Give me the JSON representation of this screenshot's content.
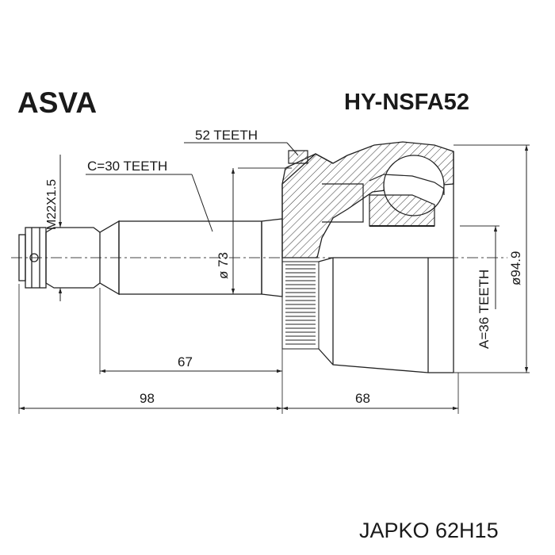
{
  "header": {
    "brand": "ASVA",
    "part_number": "HY-NSFA52"
  },
  "labels": {
    "abs_teeth": "52 TEETH",
    "c_teeth": "C=30 TEETH",
    "thread": "M22X1.5",
    "shaft_dia": "ø 73",
    "a_teeth": "A=36 TEETH",
    "outer_dia": "ø94.9",
    "dim_shaft_len": "67",
    "dim_total_len": "98",
    "dim_housing_len": "68"
  },
  "footer": {
    "cross_reference": "JAPKO 62H15"
  }
}
